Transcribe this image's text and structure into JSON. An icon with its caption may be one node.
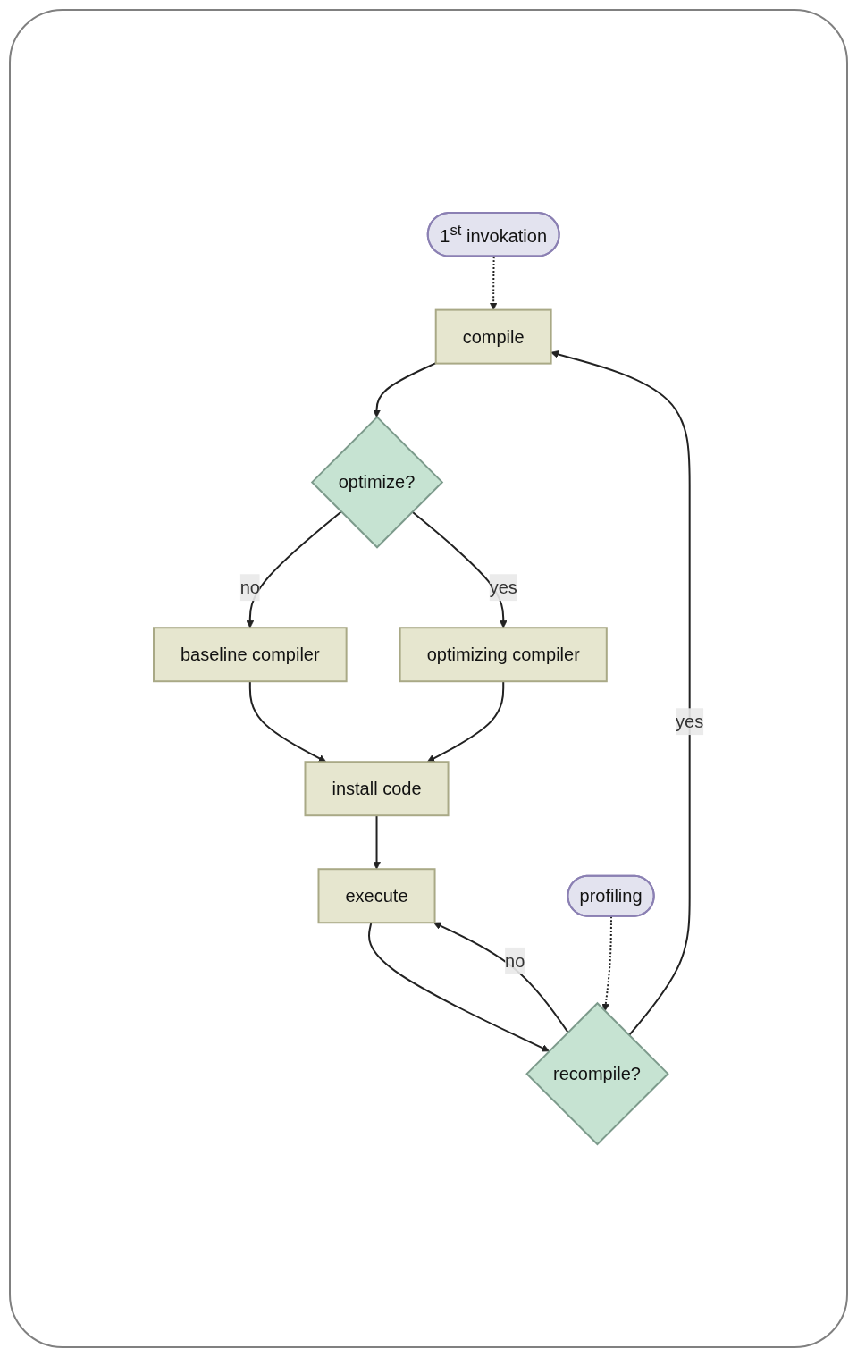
{
  "diagram": {
    "nodes": [
      {
        "text": [
          "1$^{st}$ invokation"
        ]
      },
      {
        "text": [
          "compile"
        ]
      },
      {
        "text": [
          "optimize?"
        ]
      },
      {
        "text": [
          "baseline compiler"
        ]
      },
      {
        "text": [
          "optimizing compiler"
        ]
      },
      {
        "text": [
          "install code"
        ]
      },
      {
        "text": [
          "execute"
        ]
      },
      {
        "text": [
          "profiling"
        ]
      },
      {
        "text": [
          "recompile?"
        ]
      }
    ],
    "edges": [
      {
        "from": 0,
        "to": 1,
        "arrow": "to",
        "style": "dashed"
      },
      {
        "from": 1,
        "to": 2,
        "arrow": "to"
      },
      {
        "from": 2,
        "to": 3,
        "arrow": "to",
        "label": "no"
      },
      {
        "from": 2,
        "to": 4,
        "arrow": "to",
        "label": "yes"
      },
      {
        "from": 3,
        "to": 5,
        "arrow": "to"
      },
      {
        "from": 4,
        "to": 5,
        "arrow": "to"
      },
      {
        "from": 5,
        "to": 6,
        "arrow": "to"
      },
      {
        "from": 6,
        "to": 8,
        "arrow": "to"
      },
      {
        "from": 7,
        "to": 8,
        "arrow": "to",
        "style": "dashed"
      },
      {
        "from": 8,
        "to": 6,
        "arrow": "to",
        "label": "no"
      },
      {
        "from": 8,
        "to": 1,
        "arrow": "to",
        "label": "yes"
      }
    ]
  }
}
